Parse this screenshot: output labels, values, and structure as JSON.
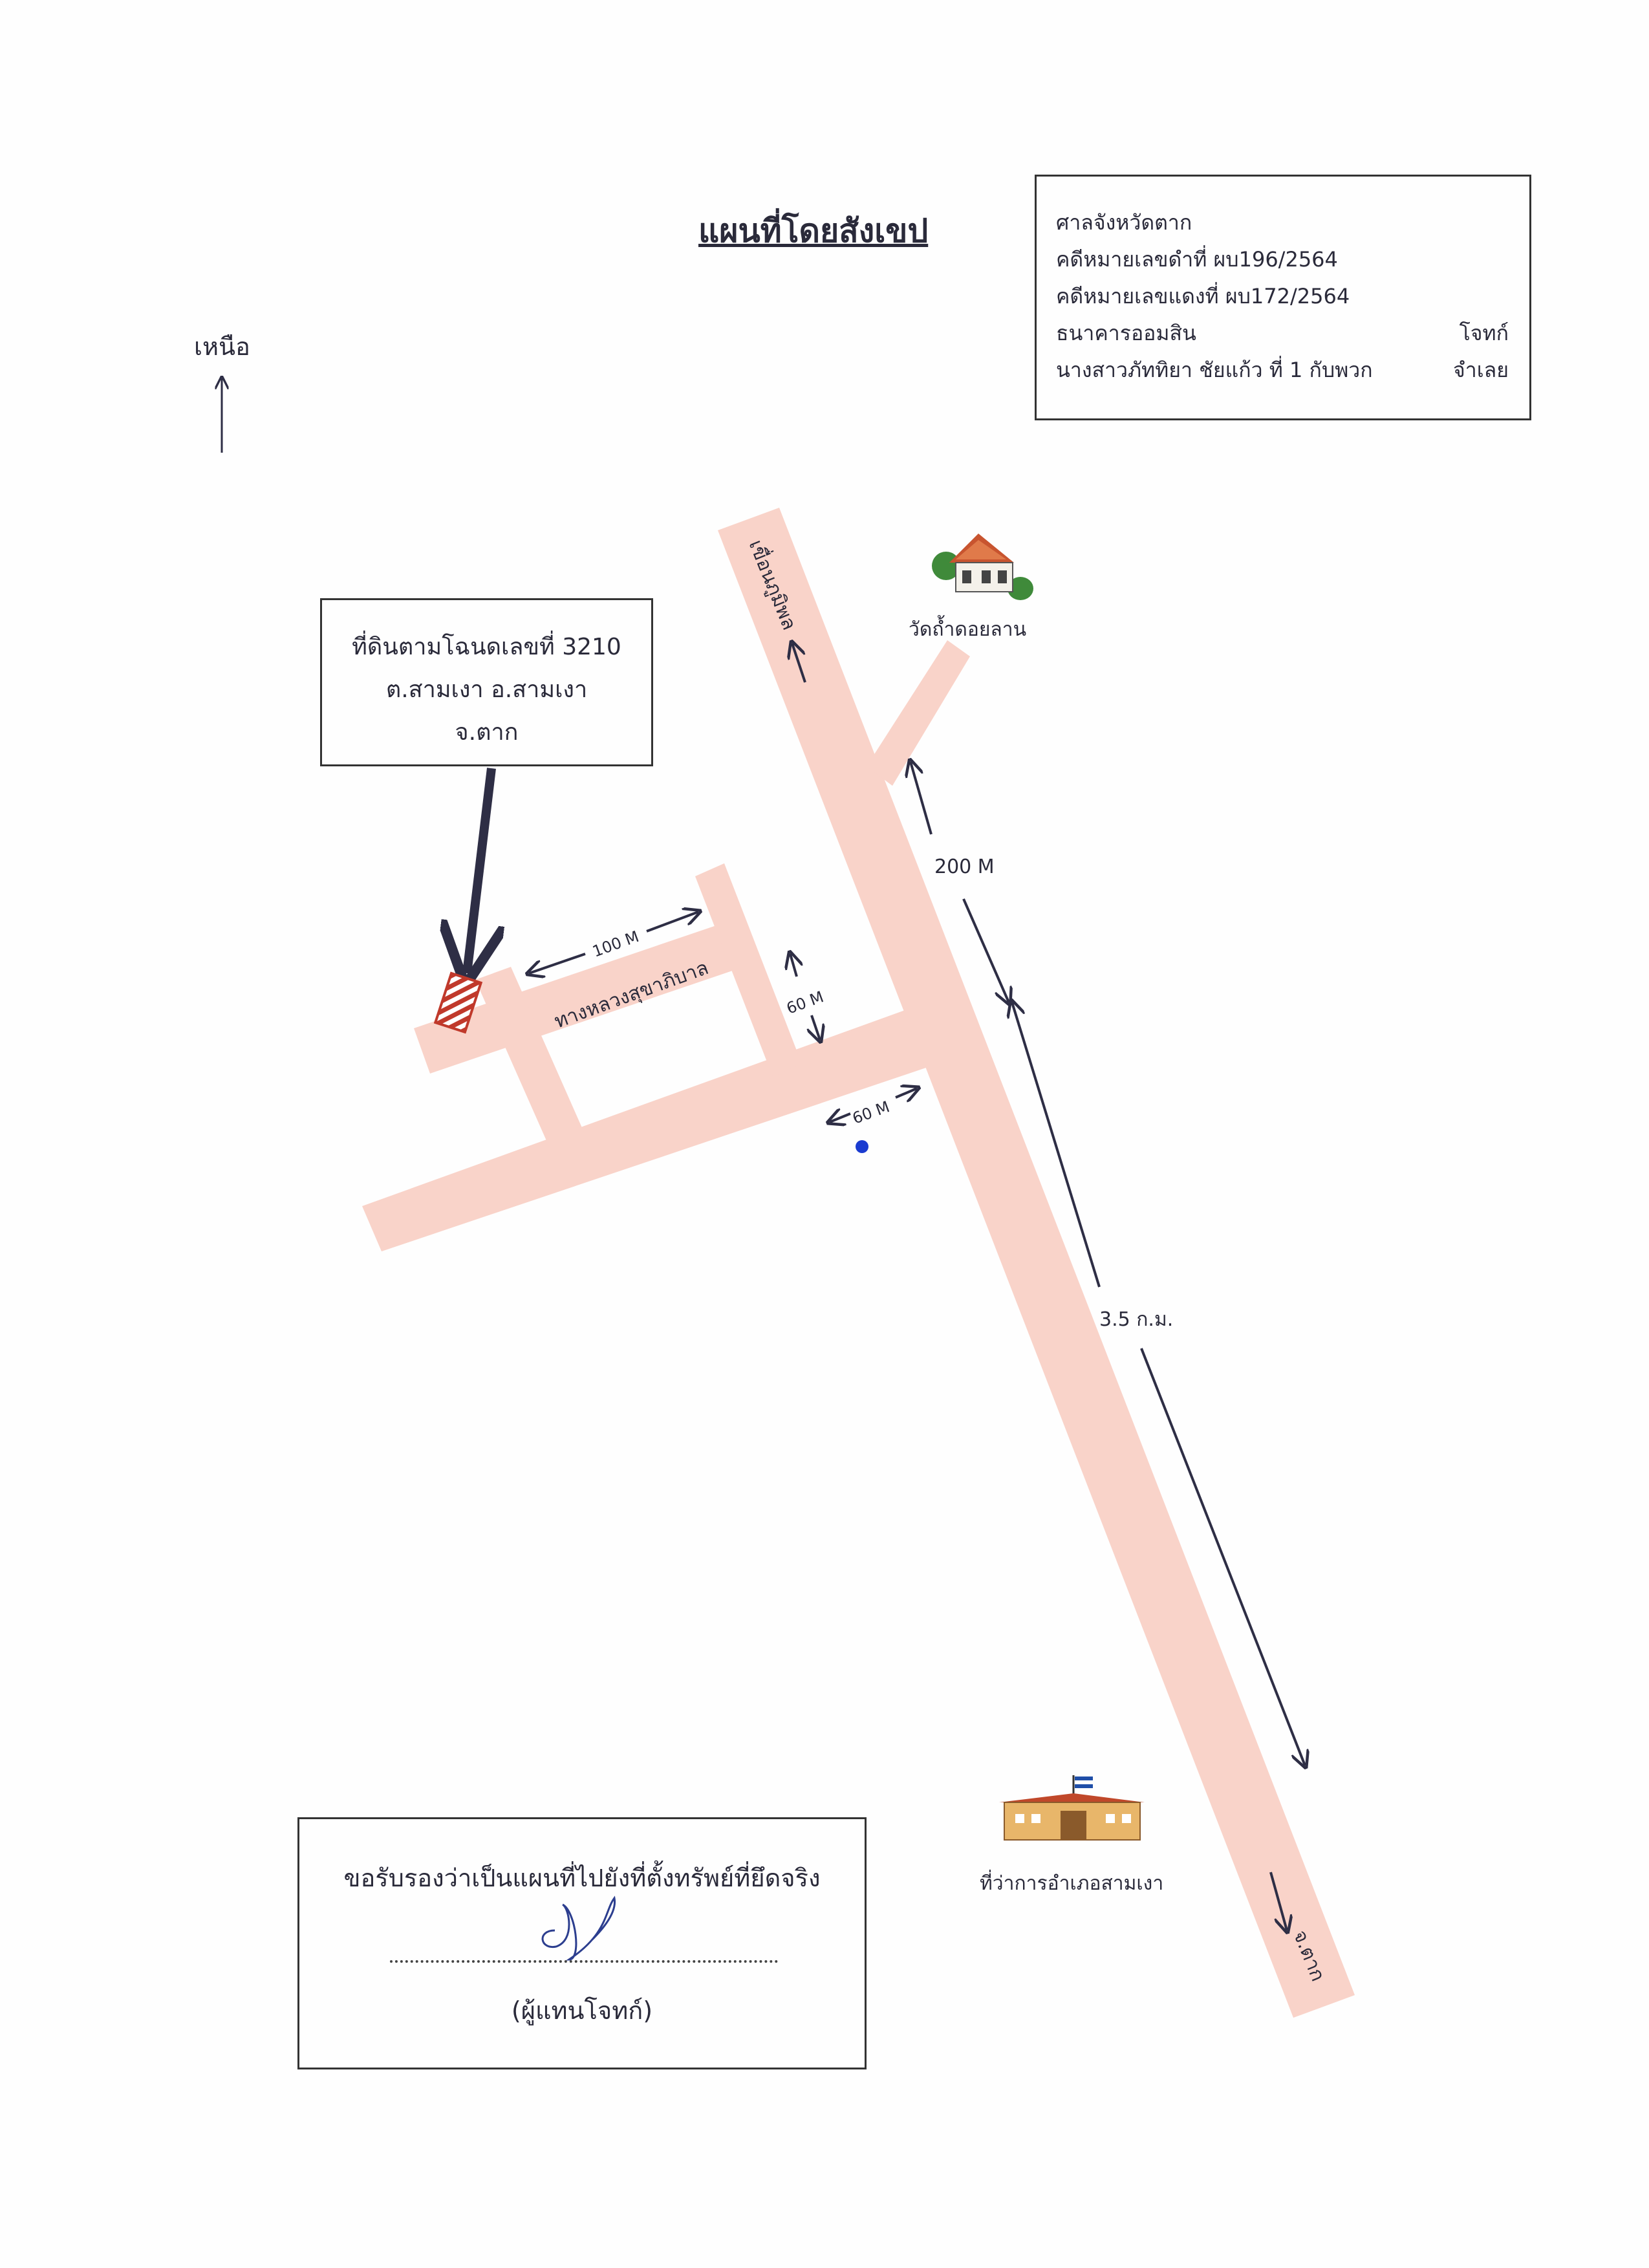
{
  "title": "แผนที่โดยสังเขป",
  "north_label": "เหนือ",
  "case_info": {
    "court": "ศาลจังหวัดตาก",
    "black_case": "คดีหมายเลขดำที่ ผบ196/2564",
    "red_case": "คดีหมายเลขแดงที่ ผบ172/2564",
    "plaintiff_name": "ธนาคารออมสิน",
    "plaintiff_role": "โจทก์",
    "defendant_name": "นางสาวภัททิยา  ชัยแก้ว  ที่ 1 กับพวก",
    "defendant_role": "จำเลย"
  },
  "land": {
    "line1": "ที่ดินตามโฉนดเลขที่ 3210",
    "line2": "ต.สามเงา  อ.สามเงา",
    "line3": "จ.ตาก"
  },
  "roads": {
    "main_north": "เขื่อนภูมิพล",
    "main_south": "จ.ตาก",
    "side_road": "ทางหลวงสุขาภิบาล"
  },
  "landmarks": {
    "temple": "วัดถ้ำดอยลาน",
    "district_office": "ที่ว่าการอำเภอสามเงา"
  },
  "distances": {
    "d_200m": "200 M",
    "d_100m": "100 M",
    "d_60m_a": "60 M",
    "d_60m_b": "60 M",
    "d_3_5km": "3.5 ก.ม."
  },
  "certification": {
    "text": "ขอรับรองว่าเป็นแผนที่ไปยังที่ตั้งทรัพย์ที่ยึดจริง",
    "signer": "(ผู้แทนโจทก์)"
  },
  "colors": {
    "road": "#f9d3c9",
    "arrow": "#2e2e45",
    "plot": "#c0392b"
  }
}
